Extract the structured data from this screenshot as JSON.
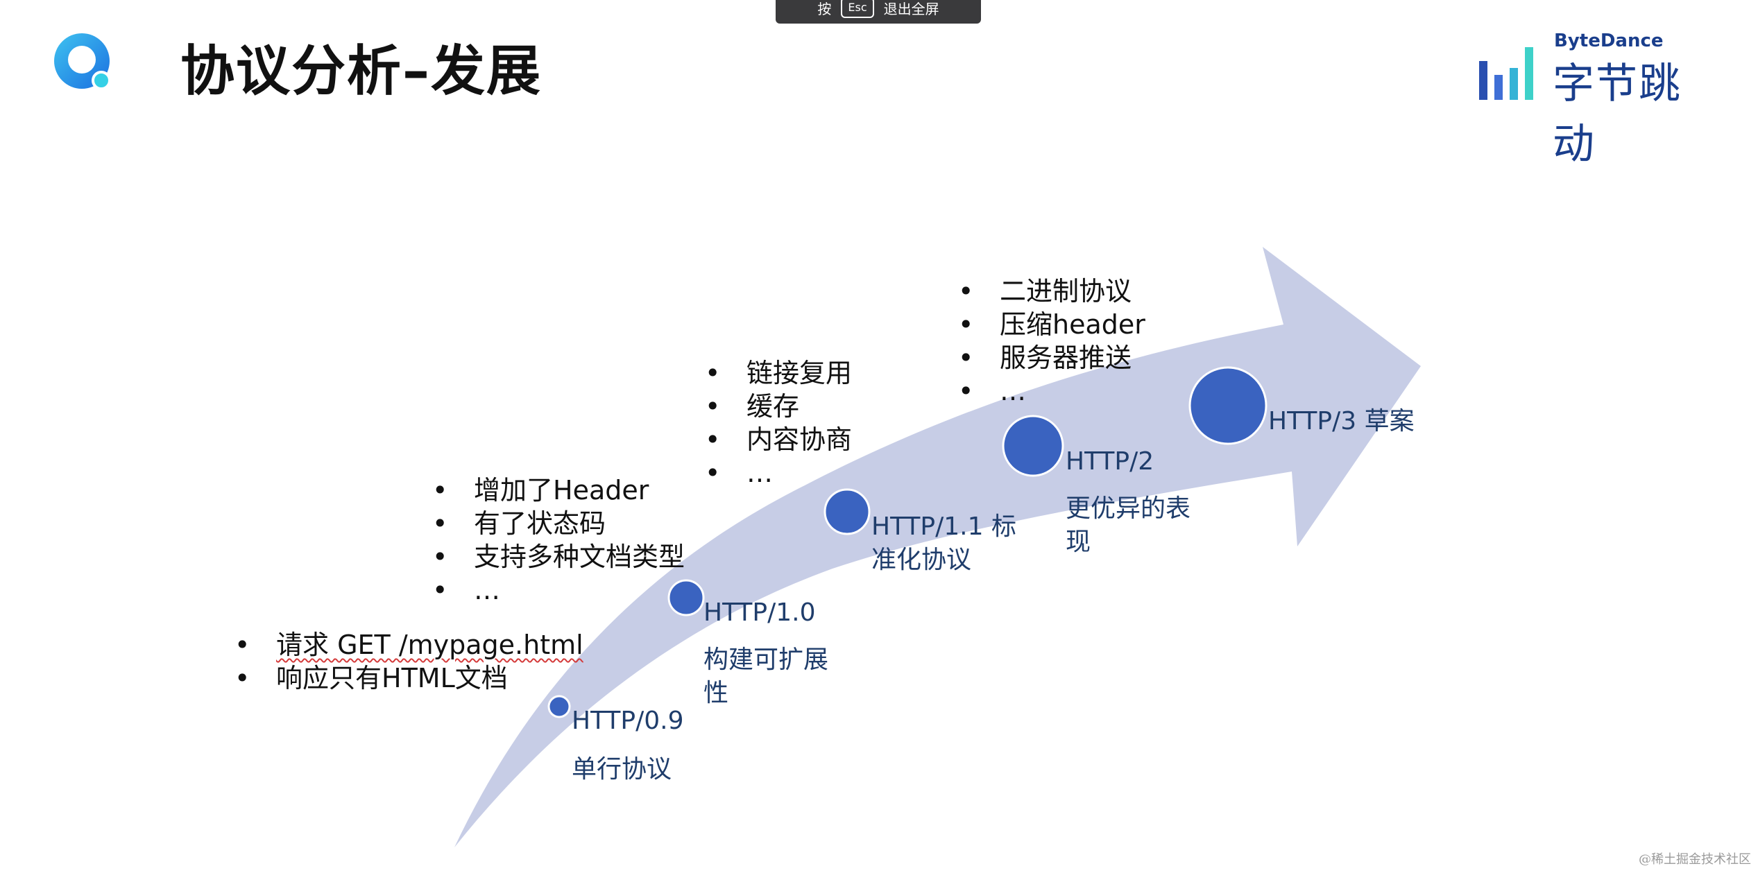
{
  "esc_hint": {
    "prefix": "按",
    "key": "Esc",
    "suffix": "退出全屏"
  },
  "slide": {
    "title": "协议分析–发展",
    "brand_en": "ByteDance",
    "brand_cn": "字节跳动",
    "colors": {
      "arrow": "#c7cde6",
      "node": "#3a63c0",
      "label": "#1f3d6b",
      "brand": "#1a3e8c"
    }
  },
  "stages": [
    {
      "name": "HTTP/0.9",
      "desc": "单行协议",
      "bullets": [
        "请求 GET /mypage.html",
        "响应只有HTML文档"
      ]
    },
    {
      "name": "HTTP/1.0",
      "desc_lines": [
        "构建可扩展",
        "性"
      ],
      "bullets": [
        "增加了Header",
        "有了状态码",
        "支持多种文档类型",
        "…"
      ]
    },
    {
      "name_lines": [
        "HTTP/1.1 标",
        "准化协议"
      ],
      "bullets": [
        "链接复用",
        "缓存",
        "内容协商",
        "…"
      ]
    },
    {
      "name": "HTTP/2",
      "desc_lines": [
        "更优异的表",
        "现"
      ],
      "bullets": [
        "二进制协议",
        "压缩header",
        "服务器推送",
        "…"
      ]
    },
    {
      "name": "HTTP/3 草案"
    }
  ],
  "watermark": "@稀土掘金技术社区"
}
